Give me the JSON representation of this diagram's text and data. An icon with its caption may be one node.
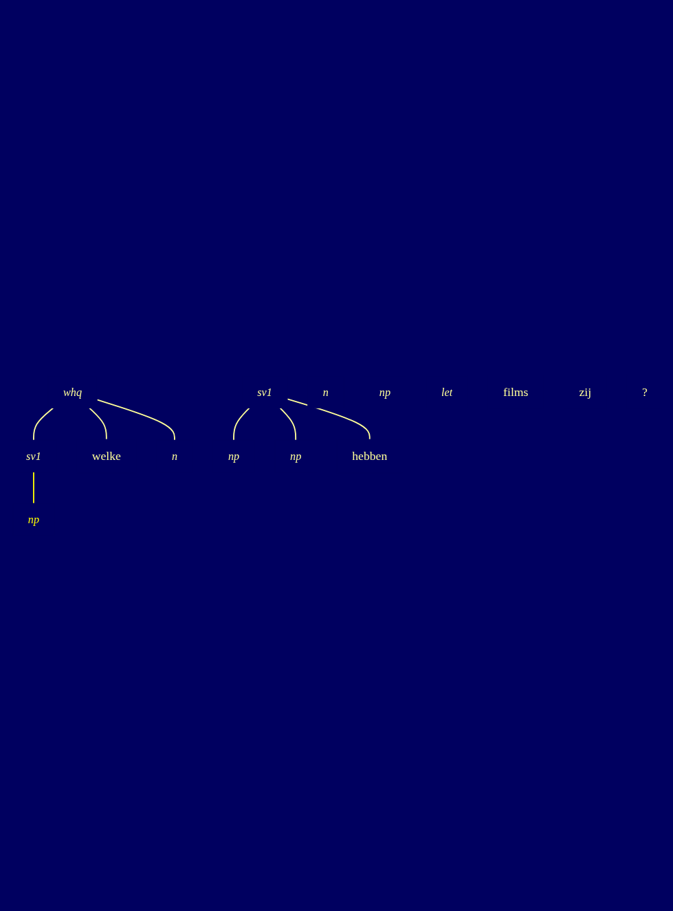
{
  "diagram": {
    "nodes": [
      {
        "text": [
          "whq"
        ]
      },
      {
        "text": [
          "sv1"
        ]
      },
      {
        "text": [
          "np"
        ]
      },
      {
        "text": [
          "sv1"
        ]
      },
      {
        "text": [
          "np"
        ]
      },
      {
        "text": [
          "np"
        ]
      },
      {
        "text": [
          "n"
        ]
      },
      {
        "text": [
          "n"
        ]
      },
      {
        "text": [
          "np"
        ]
      },
      {
        "text": [
          "let"
        ]
      },
      {
        "text": [
          "welke"
        ]
      },
      {
        "text": [
          "films"
        ]
      },
      {
        "text": [
          "hebben"
        ]
      },
      {
        "text": [
          "zij"
        ]
      },
      {
        "text": [
          "?"
        ]
      }
    ],
    "edges": [
      {
        "from": 0,
        "to": 1,
        "arrow": "none"
      },
      {
        "from": 1,
        "to": 2,
        "arrow": "none",
        "color": "#ffff00"
      },
      {
        "from": 3,
        "to": 4,
        "arrow": "none"
      },
      {
        "from": 3,
        "to": 5,
        "arrow": "none"
      },
      {
        "from": 3,
        "to": 12,
        "arrow": "none"
      },
      {
        "from": 0,
        "to": 10,
        "arrow": "none"
      },
      {
        "from": 0,
        "to": 6,
        "arrow": "none"
      }
    ]
  }
}
